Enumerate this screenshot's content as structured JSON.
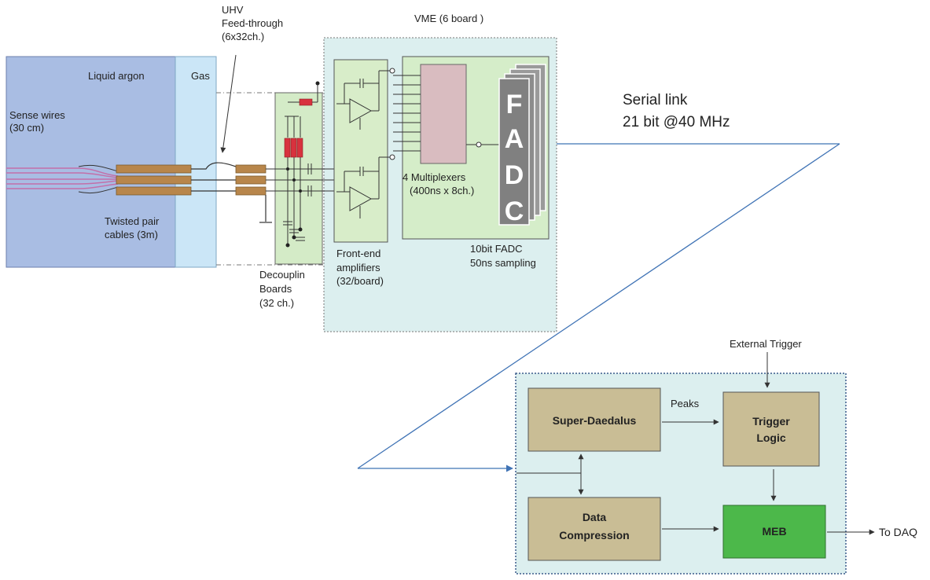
{
  "labels": {
    "uhv_line1": "UHV",
    "uhv_line2": "Feed-through",
    "uhv_line3": "(6x32ch.)",
    "vme": "VME  (6 board )",
    "liquid_argon": "Liquid argon",
    "gas": "Gas",
    "sense_wires_line1": "Sense wires",
    "sense_wires_line2": "(30 cm)",
    "twisted_line1": "Twisted pair",
    "twisted_line2": "cables (3m)",
    "decoupling_line1": "Decouplin",
    "decoupling_line2": "Boards",
    "decoupling_line3": "(32 ch.)",
    "frontend_line1": "Front-end",
    "frontend_line2": "amplifiers",
    "frontend_line3": "(32/board)",
    "mux_line1": "4 Multiplexers",
    "mux_line2": "(400ns x 8ch.)",
    "fadc_line1": "10bit FADC",
    "fadc_line2": "50ns sampling",
    "fadc_letters": [
      "F",
      "A",
      "D",
      "C"
    ],
    "serial_line1": "Serial link",
    "serial_line2": "21 bit @40 MHz",
    "external_trigger": "External Trigger",
    "peaks": "Peaks",
    "to_daq": "To DAQ"
  },
  "boxes": {
    "super_daedalus": "Super-Daedalus",
    "trigger_line1": "Trigger",
    "trigger_line2": "Logic",
    "data_comp_line1": "Data",
    "data_comp_line2": "Compression",
    "meb": "MEB"
  },
  "colors": {
    "argon": "#a9bde3",
    "gas": "#cbe6f7",
    "panel": "#dcefef",
    "decoupling_board": "#d4ebc7",
    "amp_board": "#d8edc9",
    "mux": "#d9bcc0",
    "fadc": "#808080",
    "logic_box": "#c9bd95",
    "meb": "#4cb84a",
    "copper": "#b8864b",
    "resistor": "#d8323e",
    "serial_line": "#3f73b5"
  }
}
